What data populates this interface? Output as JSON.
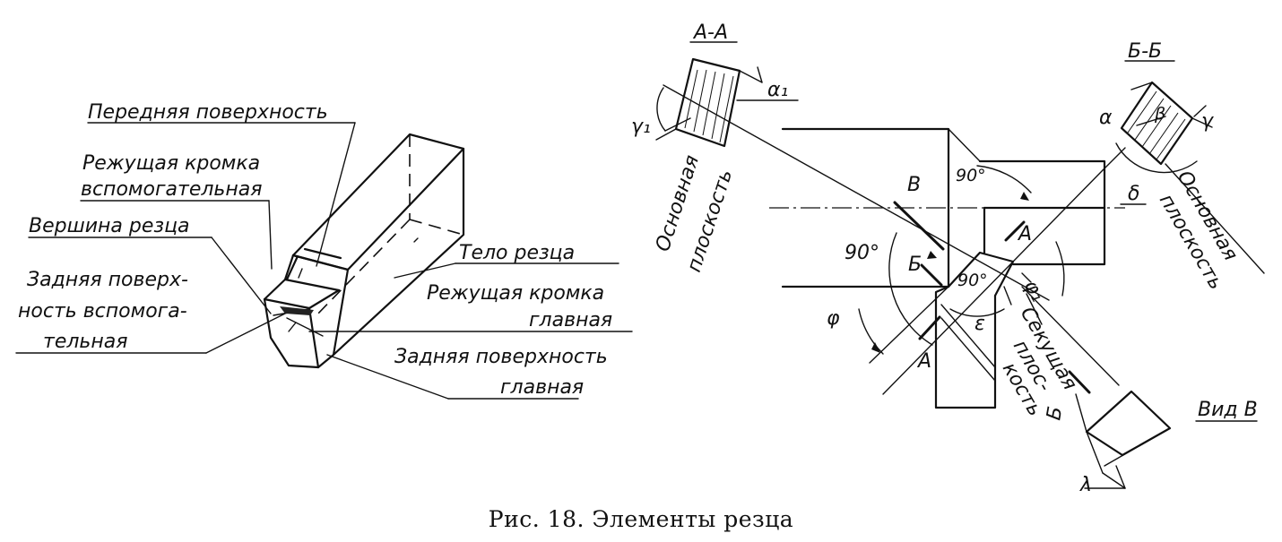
{
  "caption": "Рис. 18. Элементы резца",
  "left_view": {
    "front_surface": "Передняя поверхность",
    "aux_edge_line1": "Режущая кромка",
    "aux_edge_line2": "вспомогательная",
    "tip": "Вершина резца",
    "aux_flank_line1": "Задняя поверх-",
    "aux_flank_line2": "ность вспомога-",
    "aux_flank_line3": "тельная",
    "body": "Тело резца",
    "main_edge_line1": "Режущая кромка",
    "main_edge_line2": "главная",
    "main_flank_line1": "Задняя поверхность",
    "main_flank_line2": "главная"
  },
  "right_view": {
    "section_aa": "А-А",
    "section_bb": "Б-Б",
    "base_plane_line1": "Основная",
    "base_plane_line2": "плоскость",
    "cutting_plane_line1": "Секущая",
    "cutting_plane_line2": "плос-",
    "cutting_plane_line3": "кость",
    "view_b": "Вид В",
    "letter_v": "В",
    "letter_a": "А",
    "letter_b": "Б",
    "deg90": "90°",
    "angle_alpha1": "α₁",
    "angle_gamma1": "γ₁",
    "angle_alpha": "α",
    "angle_beta": "β",
    "angle_gamma": "γ",
    "angle_delta": "δ",
    "angle_phi": "φ",
    "angle_phi1": "φ₁",
    "angle_epsilon": "ε",
    "angle_lambda": "λ"
  }
}
